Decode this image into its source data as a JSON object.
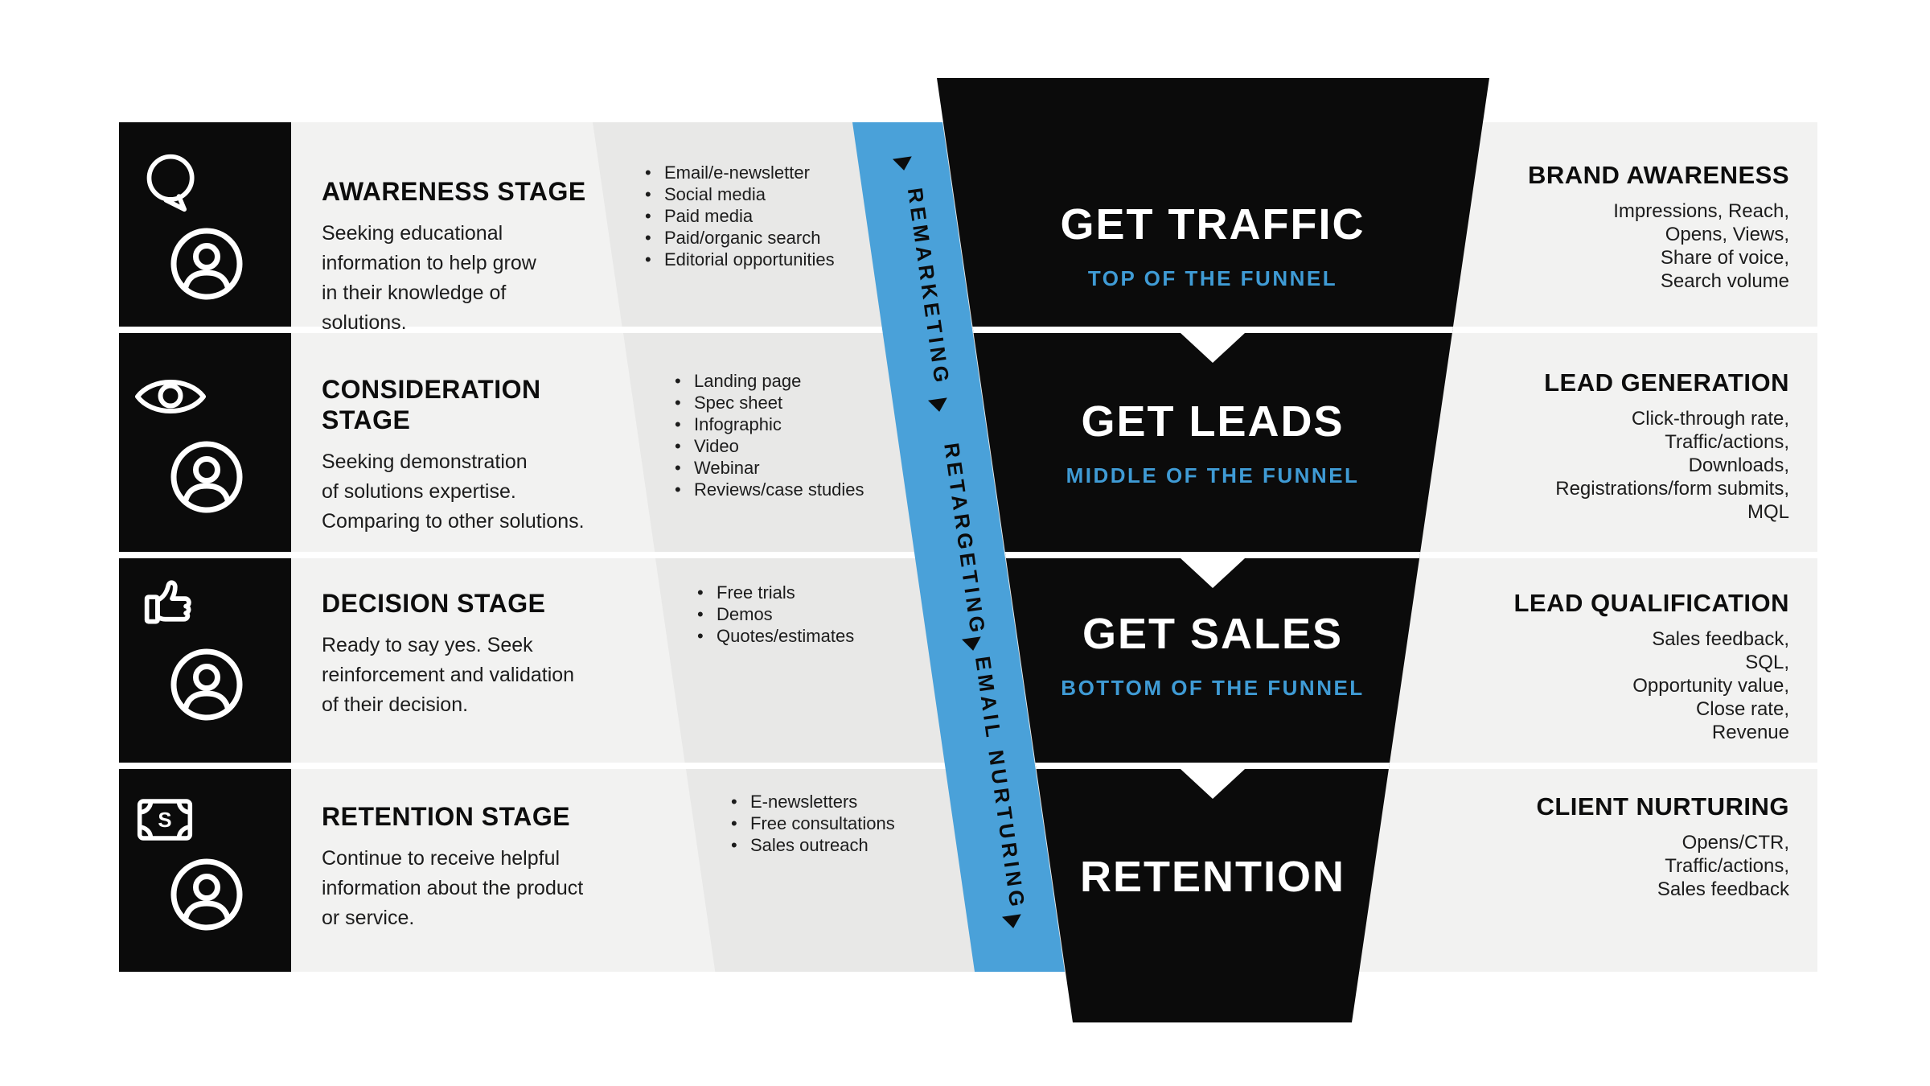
{
  "title": "Marketing Funnel Diagram",
  "colors": {
    "accent_blue": "#4aa1d9",
    "funnel_black": "#0b0b0b",
    "panel_light": "#f2f2f1",
    "panel_mid": "#e8e8e7",
    "subtitle_blue": "#3f9bd5"
  },
  "band": {
    "labels": [
      "REMARKETING",
      "RETARGETING",
      "EMAIL NURTURING"
    ],
    "arrow_glyph": "▼"
  },
  "stages": [
    {
      "id": "awareness",
      "icons": [
        "speech-bubble-icon",
        "person-icon"
      ],
      "title": "AWARENESS STAGE",
      "description": "Seeking educational\ninformation to help grow\nin their knowledge of\nsolutions.",
      "tactics": [
        "Email/e-newsletter",
        "Social media",
        "Paid media",
        "Paid/organic search",
        "Editorial opportunities"
      ],
      "funnel_title": "GET TRAFFIC",
      "funnel_subtitle": "TOP OF THE FUNNEL",
      "metrics_title": "BRAND AWARENESS",
      "metrics": "Impressions, Reach,\nOpens, Views,\nShare of voice,\nSearch volume"
    },
    {
      "id": "consideration",
      "icons": [
        "eye-icon",
        "person-icon"
      ],
      "title": "CONSIDERATION\nSTAGE",
      "description": "Seeking demonstration\nof solutions expertise.\nComparing to other solutions.",
      "tactics": [
        "Landing page",
        "Spec sheet",
        "Infographic",
        "Video",
        "Webinar",
        "Reviews/case studies"
      ],
      "funnel_title": "GET LEADS",
      "funnel_subtitle": "MIDDLE OF THE FUNNEL",
      "metrics_title": "LEAD GENERATION",
      "metrics": "Click-through rate,\nTraffic/actions,\nDownloads,\nRegistrations/form submits,\nMQL"
    },
    {
      "id": "decision",
      "icons": [
        "thumbs-up-icon",
        "person-icon"
      ],
      "title": "DECISION STAGE",
      "description": "Ready to say yes. Seek\nreinforcement and validation\nof their decision.",
      "tactics": [
        "Free trials",
        "Demos",
        "Quotes/estimates"
      ],
      "funnel_title": "GET SALES",
      "funnel_subtitle": "BOTTOM OF THE FUNNEL",
      "metrics_title": "LEAD QUALIFICATION",
      "metrics": "Sales feedback,\nSQL,\nOpportunity value,\nClose rate,\nRevenue"
    },
    {
      "id": "retention",
      "icons": [
        "money-bill-icon",
        "person-icon"
      ],
      "title": "RETENTION STAGE",
      "description": "Continue to receive helpful\ninformation about the product\nor service.",
      "tactics": [
        "E-newsletters",
        "Free consultations",
        "Sales outreach"
      ],
      "funnel_title": "RETENTION",
      "funnel_subtitle": "",
      "metrics_title": "CLIENT NURTURING",
      "metrics": "Opens/CTR,\nTraffic/actions,\nSales feedback"
    }
  ]
}
